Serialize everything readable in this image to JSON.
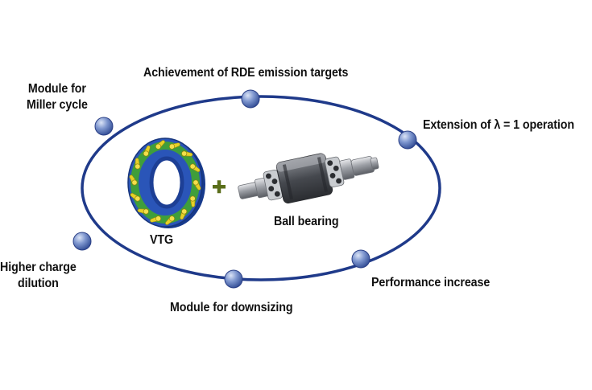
{
  "colors": {
    "ring": "#1f3a8a",
    "node": "#6f89c8",
    "node_edge": "#2a3f86",
    "plus": "#5a6e1a",
    "vtg_blue": "#1f45a8",
    "vtg_green": "#3c9a3a",
    "vtg_yellow": "#e8d22a",
    "metal": "#a9acb1"
  },
  "ring_labels": {
    "top": "Achievement of RDE emission targets",
    "top_left_line1": "Module for",
    "top_left_line2": "Miller cycle",
    "right": "Extension of λ = 1 operation",
    "left_line1": "Higher charge",
    "left_line2": "dilution",
    "bottom": "Module for downsizing",
    "bottom_right": "Performance increase"
  },
  "center": {
    "vtg_label": "VTG",
    "plus_symbol": "+",
    "bearing_label": "Ball bearing"
  },
  "icons": {
    "vtg": "vtg-ring-icon",
    "bearing": "ball-bearing-cartridge-icon"
  }
}
